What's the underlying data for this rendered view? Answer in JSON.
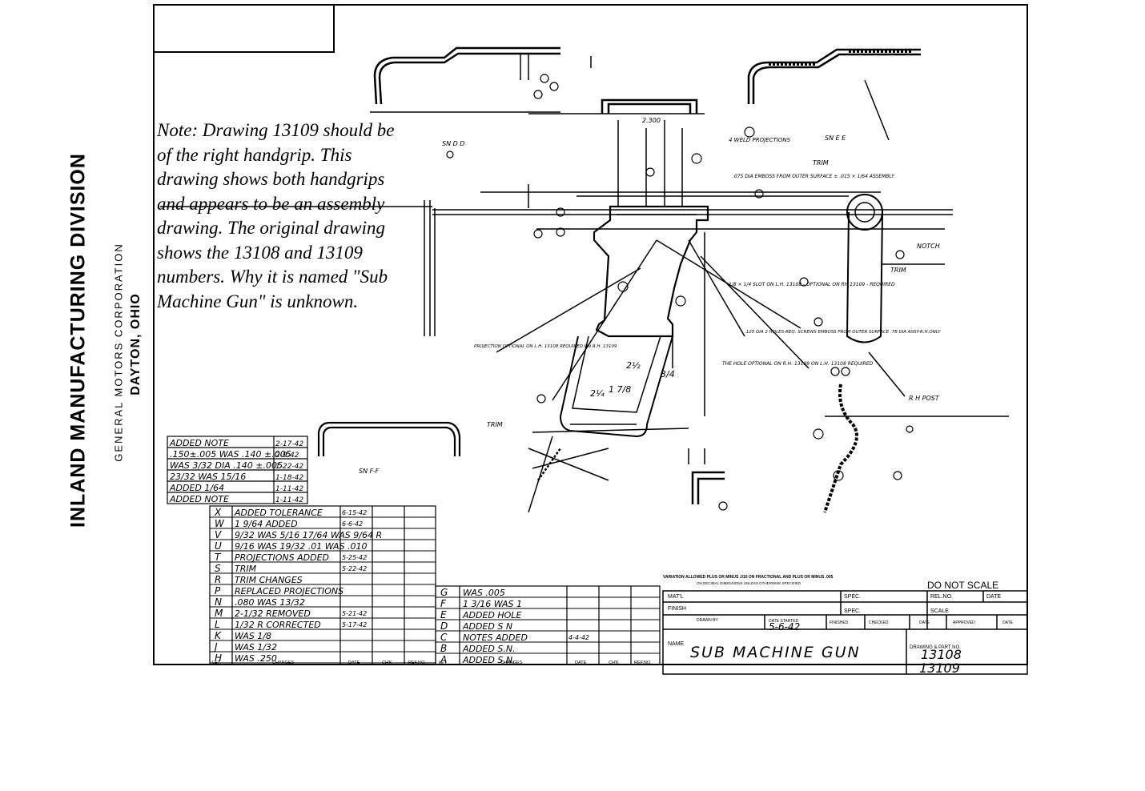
{
  "company": {
    "division": "INLAND MANUFACTURING DIVISION",
    "parent": "GENERAL  MOTORS  CORPORATION",
    "city": "DAYTON, OHIO"
  },
  "note": "Note: Drawing 13109 should be of the right handgrip. This drawing shows both handgrips and appears to be an assembly drawing. The original drawing shows the 13108 and 13109 numbers. Why it is named \"Sub Machine Gun\" is unknown.",
  "upper_changes": [
    {
      "change": "ADDED  NOTE",
      "date": "2-17-42"
    },
    {
      "change": ".150±.005 WAS .140 ±.005",
      "date": "2-9-42"
    },
    {
      "change": "WAS 3/32 DIA .140 ±.005",
      "date": "1-22-42"
    },
    {
      "change": "23/32 WAS 15/16",
      "date": "1-18-42"
    },
    {
      "change": "ADDED 1/64",
      "date": "1-11-42"
    },
    {
      "change": "ADDED  NOTE",
      "date": "1-11-42"
    }
  ],
  "changes_left": [
    {
      "ltr": "X",
      "change": "ADDED TOLERANCE",
      "date": "6-15-42"
    },
    {
      "ltr": "W",
      "change": "1 9/64 ADDED",
      "date": "6-6-42"
    },
    {
      "ltr": "V",
      "change": "9/32 WAS 5/16 17/64 WAS 9/64 R",
      "date": ""
    },
    {
      "ltr": "U",
      "change": "9/16 WAS 19/32 .01 WAS .010",
      "date": ""
    },
    {
      "ltr": "T",
      "change": "PROJECTIONS ADDED",
      "date": "5-25-42"
    },
    {
      "ltr": "S",
      "change": "TRIM",
      "date": "5-22-42"
    },
    {
      "ltr": "R",
      "change": "TRIM CHANGES",
      "date": ""
    },
    {
      "ltr": "P",
      "change": "REPLACED PROJECTIONS",
      "date": ""
    },
    {
      "ltr": "N",
      "change": ".080 WAS 13/32",
      "date": ""
    },
    {
      "ltr": "M",
      "change": "2-1/32 REMOVED",
      "date": "5-21-42"
    },
    {
      "ltr": "L",
      "change": "1/32 R CORRECTED",
      "date": "5-17-42"
    },
    {
      "ltr": "K",
      "change": "WAS 1/8",
      "date": ""
    },
    {
      "ltr": "J",
      "change": "WAS 1/32",
      "date": ""
    },
    {
      "ltr": "H",
      "change": "WAS .250",
      "date": ""
    }
  ],
  "changes_right": [
    {
      "ltr": "G",
      "change": "WAS .005",
      "date": ""
    },
    {
      "ltr": "F",
      "change": "1 3/16 WAS 1",
      "date": ""
    },
    {
      "ltr": "E",
      "change": "ADDED  HOLE",
      "date": ""
    },
    {
      "ltr": "D",
      "change": "ADDED  S N",
      "date": ""
    },
    {
      "ltr": "C",
      "change": "NOTES ADDED",
      "date": "4-4-42"
    },
    {
      "ltr": "B",
      "change": "ADDED S.N.",
      "date": ""
    },
    {
      "ltr": "A",
      "change": "ADDED S.N.",
      "date": ""
    }
  ],
  "change_headers": {
    "ltr": "LET",
    "changes": "CHANGES",
    "date": "DATE",
    "chk": "CH'K",
    "refno": "REF.NO."
  },
  "title_block": {
    "tolerance_note": "VARIATION ALLOWED PLUS OR MINUS .010 ON FRACTIONAL AND PLUS OR MINUS .005",
    "tolerance_note2": "ON DECIMAL DIMENSIONS UNLESS OTHERWISE SPECIFIED",
    "do_not_scale": "DO NOT SCALE",
    "matl_label": "MAT'L",
    "spec_label": "SPEC.",
    "relno_label": "REL.NO.",
    "date_label": "DATE",
    "finish_label": "FINISH",
    "scale_label": "SCALE",
    "drawn_by_label": "DRAWN BY",
    "date_started_label": "DATE STARTED",
    "date_started": "5-6-42",
    "finished_label": "FINISHED",
    "checked_label": "CHECKED",
    "approved_label": "APPROVED",
    "name_label": "NAME",
    "name": "SUB MACHINE GUN",
    "part_no_label": "DRAWING & PART NO.",
    "part_no_1": "13108",
    "part_no_2": "13109"
  },
  "annotations": {
    "sn_dd": "SN D D",
    "sn_ee": "SN E E",
    "sn_ff": "SN F-F",
    "trim": "TRIM",
    "notch": "NOTCH",
    "rh_post": "R H POST",
    "weld_proj": "4 WELD PROJECTIONS",
    "emboss_note": ".075 DIA EMBOSS FROM OUTER SURFACE ± .015 × 1/64 ASSEMBLY",
    "slot_note": "1/8 × 1/4 SLOT ON L.H. 13108 - OPTIONAL ON RH 13109 - REQUIRED",
    "holes_note": ".125 DIA 2 HOLES-REQ. SCREWS EMBOSS FROM OUTER SURFACE .78 DIA ASSY-R.H.ONLY",
    "hole_note": "THE HOLE OPTIONAL ON R.H. 13109 ON L.H. 13108 REQUIRED",
    "projection_note": "PROJECTION OPTIONAL ON L.H. 13108 REQUIRED ON R.H. 13109",
    "dim_2300": "2.300",
    "dim_2half": "2½",
    "dim_1_7_8": "1 7/8",
    "dim_3_4": "3/4",
    "dim_2_1_4": "2¼"
  }
}
